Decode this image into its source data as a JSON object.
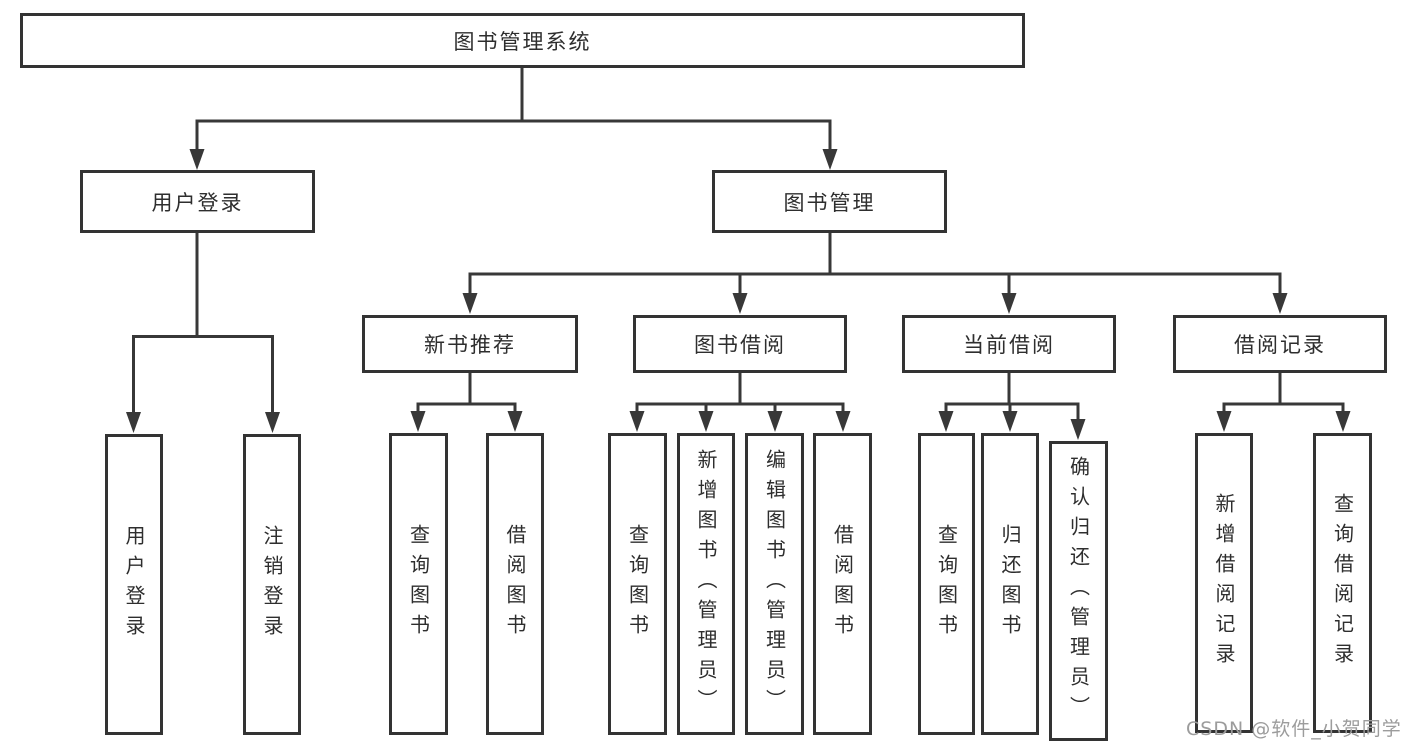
{
  "title": "图书管理系统",
  "watermark": {
    "text": "CSDN @软件_小贺同学"
  },
  "colors": {
    "line": "#383838",
    "border": "#333333",
    "text": "#2e2e2e",
    "watermark": "#9c9c9c",
    "background": "#ffffff"
  },
  "nodes": {
    "root": {
      "label": "图书管理系统"
    },
    "user_login": {
      "label": "用户登录"
    },
    "book_mgmt": {
      "label": "图书管理"
    },
    "new_book_rec": {
      "label": "新书推荐"
    },
    "book_borrow": {
      "label": "图书借阅"
    },
    "current_borrow": {
      "label": "当前借阅"
    },
    "borrow_records": {
      "label": "借阅记录"
    },
    "leaf_user_login": {
      "label": "用户登录"
    },
    "leaf_logout": {
      "label": "注销登录"
    },
    "leaf_query_book_1": {
      "label": "查询图书"
    },
    "leaf_borrow_book_1": {
      "label": "借阅图书"
    },
    "leaf_query_book_2": {
      "label": "查询图书"
    },
    "leaf_add_book": {
      "label": "新增图书（管理员）"
    },
    "leaf_edit_book": {
      "label": "编辑图书（管理员）"
    },
    "leaf_borrow_book_2": {
      "label": "借阅图书"
    },
    "leaf_query_book_3": {
      "label": "查询图书"
    },
    "leaf_return_book": {
      "label": "归还图书"
    },
    "leaf_confirm_return": {
      "label": "确认归还（管理员）"
    },
    "leaf_add_record": {
      "label": "新增借阅记录"
    },
    "leaf_query_record": {
      "label": "查询借阅记录"
    }
  },
  "structure": [
    {
      "parent": "图书管理系统",
      "children": [
        "用户登录",
        "图书管理"
      ]
    },
    {
      "parent": "用户登录",
      "children": [
        "用户登录",
        "注销登录"
      ]
    },
    {
      "parent": "图书管理",
      "children": [
        "新书推荐",
        "图书借阅",
        "当前借阅",
        "借阅记录"
      ]
    },
    {
      "parent": "新书推荐",
      "children": [
        "查询图书",
        "借阅图书"
      ]
    },
    {
      "parent": "图书借阅",
      "children": [
        "查询图书",
        "新增图书（管理员）",
        "编辑图书（管理员）",
        "借阅图书"
      ]
    },
    {
      "parent": "当前借阅",
      "children": [
        "查询图书",
        "归还图书",
        "确认归还（管理员）"
      ]
    },
    {
      "parent": "借阅记录",
      "children": [
        "新增借阅记录",
        "查询借阅记录"
      ]
    }
  ]
}
